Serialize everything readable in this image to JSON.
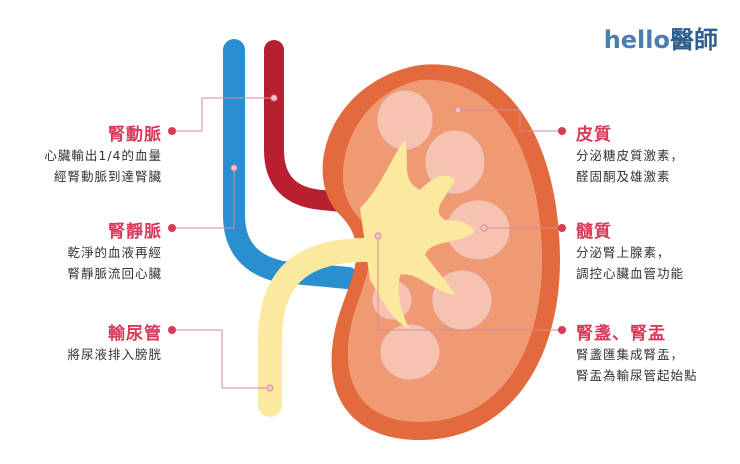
{
  "logo": {
    "word": "hello",
    "brand": "醫師"
  },
  "labels": {
    "renal_artery": {
      "title": "腎動脈",
      "desc1": "心臟輸出1/4的血量",
      "desc2": "經腎動脈到達腎臟"
    },
    "renal_vein": {
      "title": "腎靜脈",
      "desc1": "乾淨的血液再經",
      "desc2": "腎靜脈流回心臟"
    },
    "ureter": {
      "title": "輸尿管",
      "desc1": "將尿液排入膀胱"
    },
    "cortex": {
      "title": "皮質",
      "desc1": "分泌糖皮質激素，",
      "desc2": "醛固酮及雄激素"
    },
    "medulla": {
      "title": "髓質",
      "desc1": "分泌腎上腺素，",
      "desc2": "調控心臟血管功能"
    },
    "calyx_pelvis": {
      "title": "腎盞、腎盂",
      "desc1": "腎盞匯集成腎盂，",
      "desc2": "腎盂為輸尿管起始點"
    }
  },
  "colors": {
    "accent": "#d93a5a",
    "artery": "#b8202f",
    "vein": "#2a8fd0",
    "ureter": "#fbe9a0",
    "kidney_outer": "#e26a3c",
    "kidney_inner": "#f09a74",
    "pyramid": "#f6c3b1",
    "leader": "#d98a98"
  }
}
